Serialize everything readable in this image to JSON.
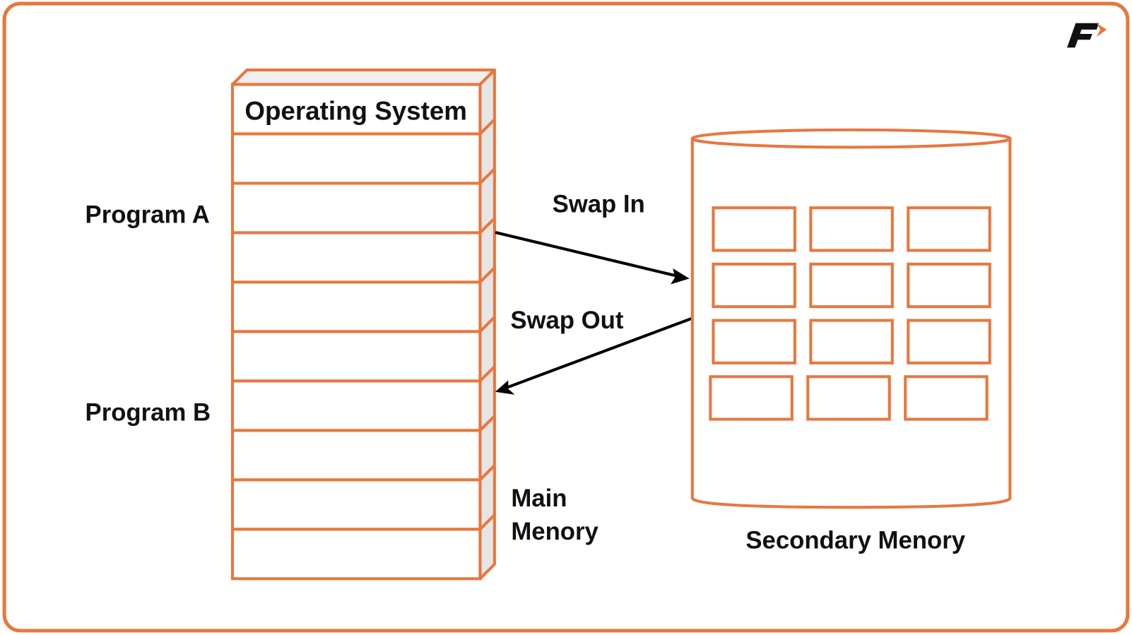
{
  "diagram": {
    "title": "Swapping between Main Memory and Secondary Memory",
    "colors": {
      "accent": "#E8773E",
      "text": "#111111",
      "side_face": "#E5E5E5",
      "arrow": "#000000",
      "background": "#FFFFFF"
    },
    "logo": {
      "icon": "brand-f-logo-icon",
      "letter": "F"
    },
    "main_memory": {
      "top_block_label": "Operating System",
      "slot_count": 10,
      "label_line1": "Main",
      "label_line2": "Menory"
    },
    "programs": [
      {
        "label": "Program A"
      },
      {
        "label": "Program B"
      }
    ],
    "arrows": [
      {
        "label": "Swap In",
        "direction": "main-to-secondary"
      },
      {
        "label": "Swap Out",
        "direction": "secondary-to-main"
      }
    ],
    "secondary_memory": {
      "label": "Secondary Menory",
      "grid_rows": 4,
      "grid_cols": 3
    }
  }
}
